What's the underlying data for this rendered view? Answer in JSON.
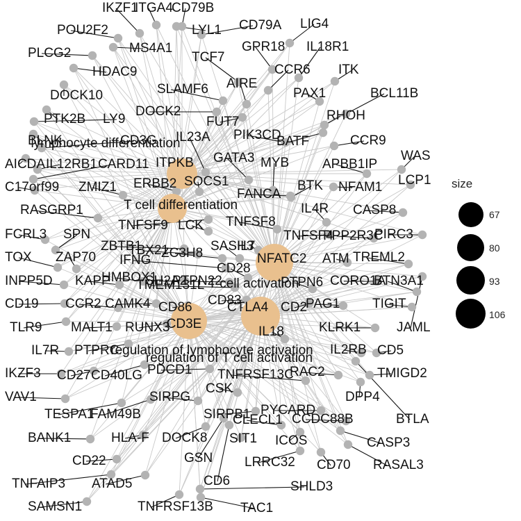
{
  "colors": {
    "edge": "#c9c9c9",
    "gene_node": "#b3b3b3",
    "category_node": "#e9c08e",
    "connector": "#111111",
    "text": "#111111"
  },
  "network": {
    "categories": [
      "lymphocyte differentiation",
      "T cell differentiation",
      "T cell activation",
      "regulation of lymphocyte activation",
      "regulation of T cell activation"
    ],
    "genes": [
      "IKZF1",
      "ITGA4",
      "CD79B",
      "POU2F2",
      "LYL1",
      "CD79A",
      "LIG4",
      "PLCG2",
      "MS4A1",
      "GPR18",
      "IL18R1",
      "HDAC9",
      "TCF7",
      "CCR6",
      "ITK",
      "DOCK10",
      "AIRE",
      "SLAMF6",
      "PAX1",
      "BCL11B",
      "PTK2B",
      "LY9",
      "DOCK2",
      "FUT7",
      "RHOH",
      "BLNK",
      "CD3G",
      "PIK3CD",
      "BATF",
      "CCR9",
      "AICDA",
      "IL12RB1",
      "CARD11",
      "IL23A",
      "GATA3",
      "APBB1IP",
      "WAS",
      "C17orf99",
      "ZMIZ1",
      "ERBB2",
      "ITPKB",
      "SOCS1",
      "MYB",
      "BTK",
      "NFAM1",
      "LCP1",
      "FANCA",
      "RASGRP1",
      "IL4R",
      "CASP8",
      "TNFSF9",
      "LCK",
      "TNFSF8",
      "FCRL3",
      "SPN",
      "TNFSF4",
      "PPP2R3C",
      "PIRC3",
      "TOX",
      "ZAP70",
      "ZBTB1",
      "TBX21",
      "ZC3H8",
      "SASH3",
      "IL7",
      "NFATC2",
      "ATM",
      "TREML2",
      "INPP5D",
      "IFNG",
      "KAPP",
      "CD28",
      "HMBOX1",
      "SH2A2",
      "PTPN22",
      "TMEM131L",
      "BTN3A1",
      "CORO1A",
      "PTPN6",
      "CD19",
      "CCR2",
      "CAMK4",
      "CD86",
      "CD83",
      "CTLA4",
      "CD2",
      "PAG1",
      "TIGIT",
      "JAML",
      "TLR9",
      "MALT1",
      "RUNX3",
      "CD3E",
      "IL18",
      "KLRK1",
      "IL7R",
      "PTPRC",
      "IL2RB",
      "CD5",
      "IKZF3",
      "CD27",
      "CD40LG",
      "PDCD1",
      "TNFRSF13C",
      "RAC2",
      "TMIGD2",
      "VAV1",
      "CSK",
      "DPP4",
      "TESPA1",
      "FAM49B",
      "SIRPG",
      "PYCARD",
      "CCDC88B",
      "BTLA",
      "SIRPB1",
      "CLECL1",
      "BANK1",
      "HLA-F",
      "DOCK8",
      "SIT1",
      "ICOS",
      "CASP3",
      "CD22",
      "GSN",
      "LRRC32",
      "CD70",
      "RASAL3",
      "TNFAIP3",
      "ATAD5",
      "CD6",
      "SHLD3",
      "SAMSN1",
      "TNFRSF13B",
      "TAC1"
    ]
  },
  "legend": {
    "title": "size",
    "values": [
      67,
      80,
      93,
      106
    ]
  }
}
